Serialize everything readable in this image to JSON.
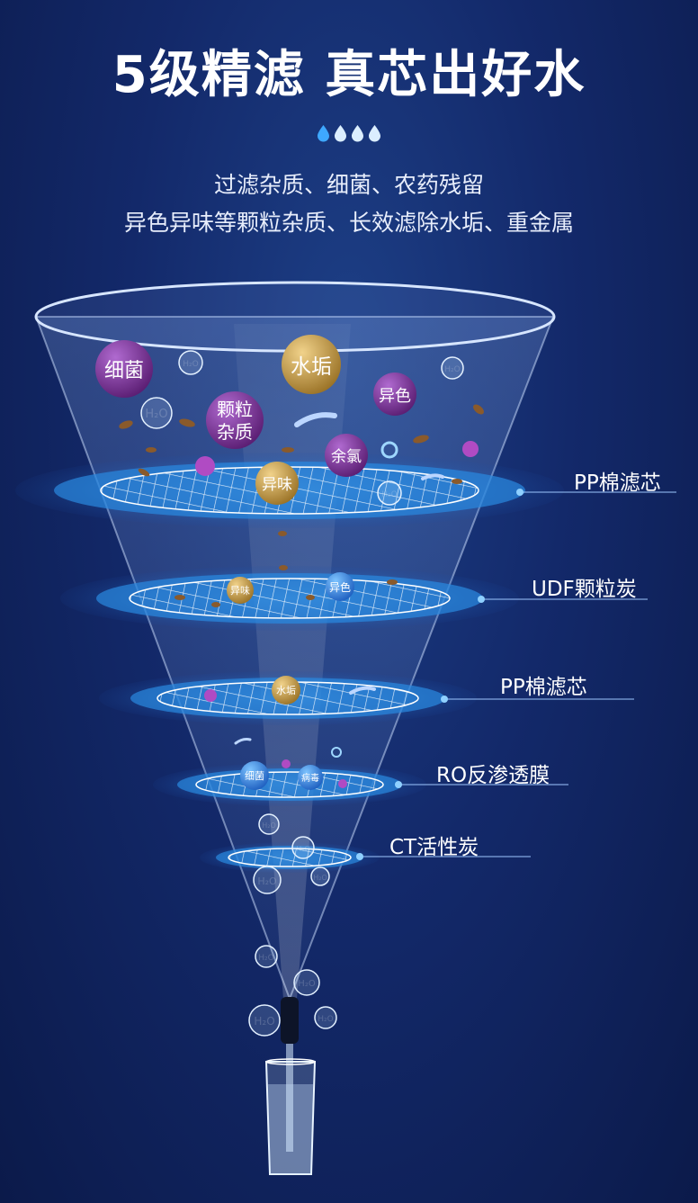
{
  "header": {
    "title": "5级精滤 真芯出好水",
    "subtitle_line1": "过滤杂质、细菌、农药残留",
    "subtitle_line2": "异色异味等颗粒杂质、长效滤除水垢、重金属"
  },
  "colors": {
    "background": "#13296a",
    "accent_blue": "#3ea8ff",
    "purple_ball": "#7a2d8f",
    "gold_ball": "#c9a04a",
    "blue_ball": "#2f7de0"
  },
  "stages": [
    {
      "label": "PP棉滤芯"
    },
    {
      "label": "UDF颗粒炭"
    },
    {
      "label": "PP棉滤芯"
    },
    {
      "label": "RO反渗透膜"
    },
    {
      "label": "CT活性炭"
    }
  ],
  "contaminants": {
    "bacteria": "细菌",
    "scale": "水垢",
    "color": "异色",
    "particles_line1": "颗粒",
    "particles_line2": "杂质",
    "chlorine": "余氯",
    "odor": "异味",
    "virus": "病毒",
    "h2o": "H₂O"
  }
}
